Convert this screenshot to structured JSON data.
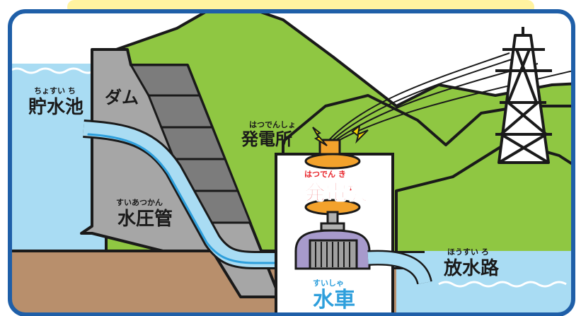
{
  "labels": {
    "reservoir": {
      "text": "貯水池",
      "ruby": "ちょすい ち"
    },
    "dam": {
      "text": "ダム"
    },
    "penstock": {
      "text": "水圧管",
      "ruby": "すいあつかん"
    },
    "power_station": {
      "text": "発電所",
      "ruby": "はつでんしょ"
    },
    "generator": {
      "text": "発電機",
      "ruby": "はつでん き"
    },
    "water_turbine": {
      "text": "水車",
      "ruby": "すいしゃ"
    },
    "discharge_channel": {
      "text": "放水路",
      "ruby": "ほうすい ろ"
    }
  },
  "colors": {
    "frame": "#1f5fa8",
    "top_banner": "#fff3a0",
    "sky": "#ffffff",
    "water": "#a9dcf3",
    "water_light": "#d4eefa",
    "dam_concrete": "#a6a6a6",
    "dam_panels": "#7c7c7c",
    "mountain": "#8fc742",
    "ground": "#b88f6c",
    "generator_label": "#e8242a",
    "turbine_label": "#2e9fdc",
    "turbine_housing": "#a79acc",
    "generator_body": "#f3a22c",
    "lightning": "#f5d400"
  }
}
